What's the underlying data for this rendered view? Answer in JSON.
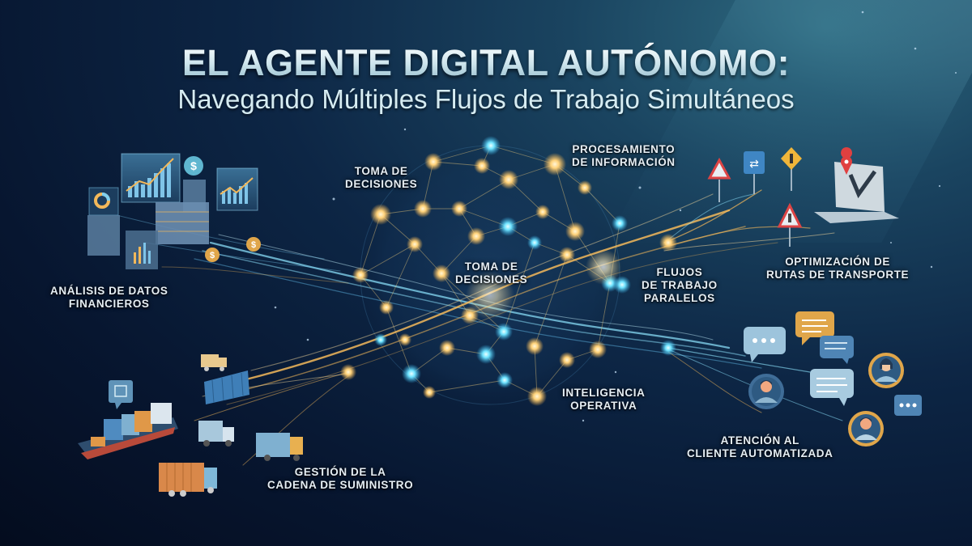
{
  "header": {
    "title": "EL AGENTE DIGITAL AUTÓNOMO:",
    "subtitle": "Navegando Múltiples Flujos de Trabajo Simultáneos"
  },
  "labels": {
    "financial": {
      "line1": "Análisis de datos",
      "line2": "financieros"
    },
    "decisions_top": {
      "line1": "Toma de",
      "line2": "decisiones"
    },
    "processing": {
      "line1": "Procesamiento",
      "line2": "de información"
    },
    "decisions_center": {
      "line1": "Toma de",
      "line2": "decisiones"
    },
    "parallel": {
      "line1": "Flujos",
      "line2": "de trabajo",
      "line3": "paralelos"
    },
    "transport": {
      "line1": "Optimización de",
      "line2": "rutas de transporte"
    },
    "operational": {
      "line1": "Inteligencia",
      "line2": "operativa"
    },
    "customer": {
      "line1": "Atención al",
      "line2": "cliente automatizada"
    },
    "supply_chain": {
      "line1": "Gestión de la",
      "line2": "cadena de suministro"
    }
  },
  "icons": {
    "financial": [
      "donut-chart-icon",
      "bar-chart-icon",
      "line-chart-icon",
      "dollar-coin-icon",
      "server-stack-icon"
    ],
    "transport": [
      "warning-sign-icon",
      "route-sign-icon",
      "traffic-light-sign-icon",
      "map-pin-icon"
    ],
    "customer": [
      "chat-bubble-icon",
      "user-avatar-icon"
    ],
    "supply_chain": [
      "cargo-ship-icon",
      "container-icon",
      "delivery-truck-icon",
      "package-icon"
    ]
  },
  "colors": {
    "background_dark": "#040c1e",
    "background_mid": "#0d2645",
    "beam": "#2e6a80",
    "node_gold": "#ffd27a",
    "node_cyan": "#6fe3ff",
    "flow_gold": "#f3b85a",
    "flow_cyan": "#8fe6ff",
    "text": "#e6eef4"
  }
}
